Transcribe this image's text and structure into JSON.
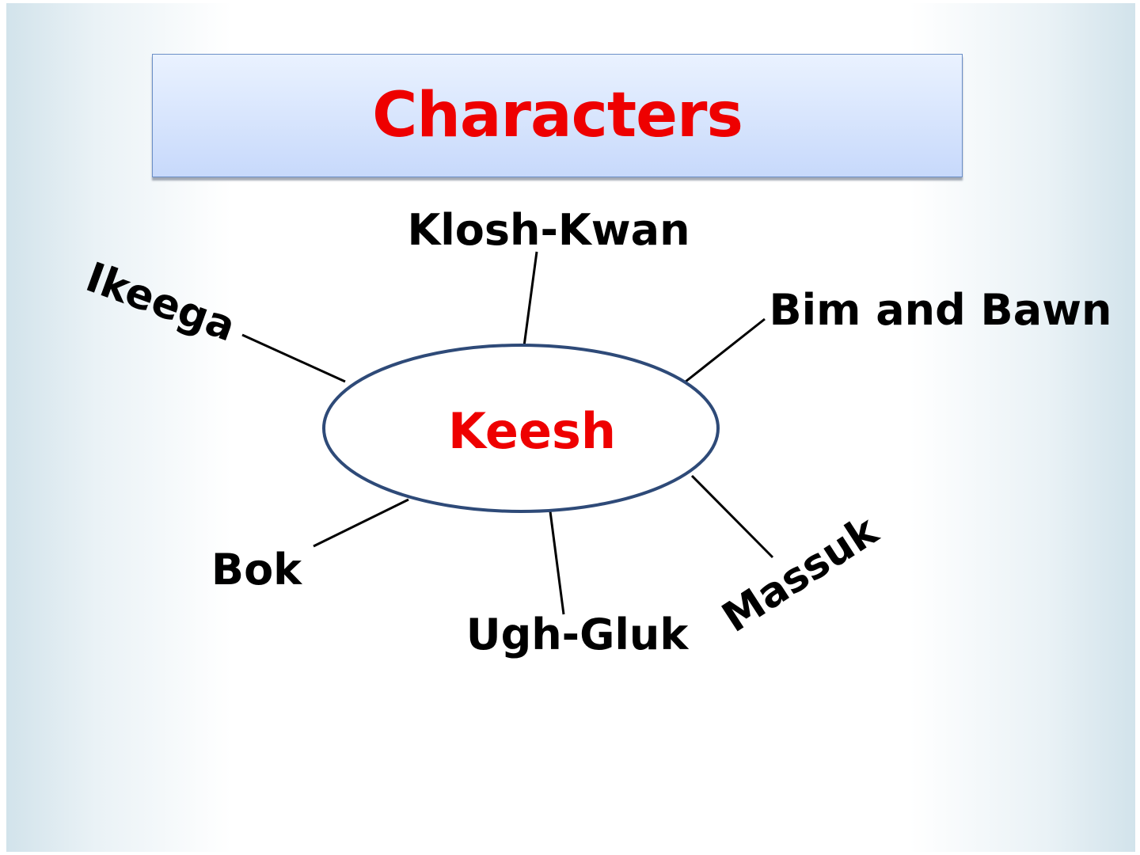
{
  "title": "Characters",
  "center": "Keesh",
  "characters": {
    "top": "Klosh-Kwan",
    "top_left": "Ikeega",
    "top_right": "Bim and Bawn",
    "bottom_left": "Bok",
    "bottom": "Ugh-Gluk",
    "bottom_right": "Massuk"
  },
  "colors": {
    "title_text": "#ee0000",
    "center_text": "#ee0000",
    "ellipse_stroke": "#2e4a78",
    "label_text": "#000000"
  }
}
